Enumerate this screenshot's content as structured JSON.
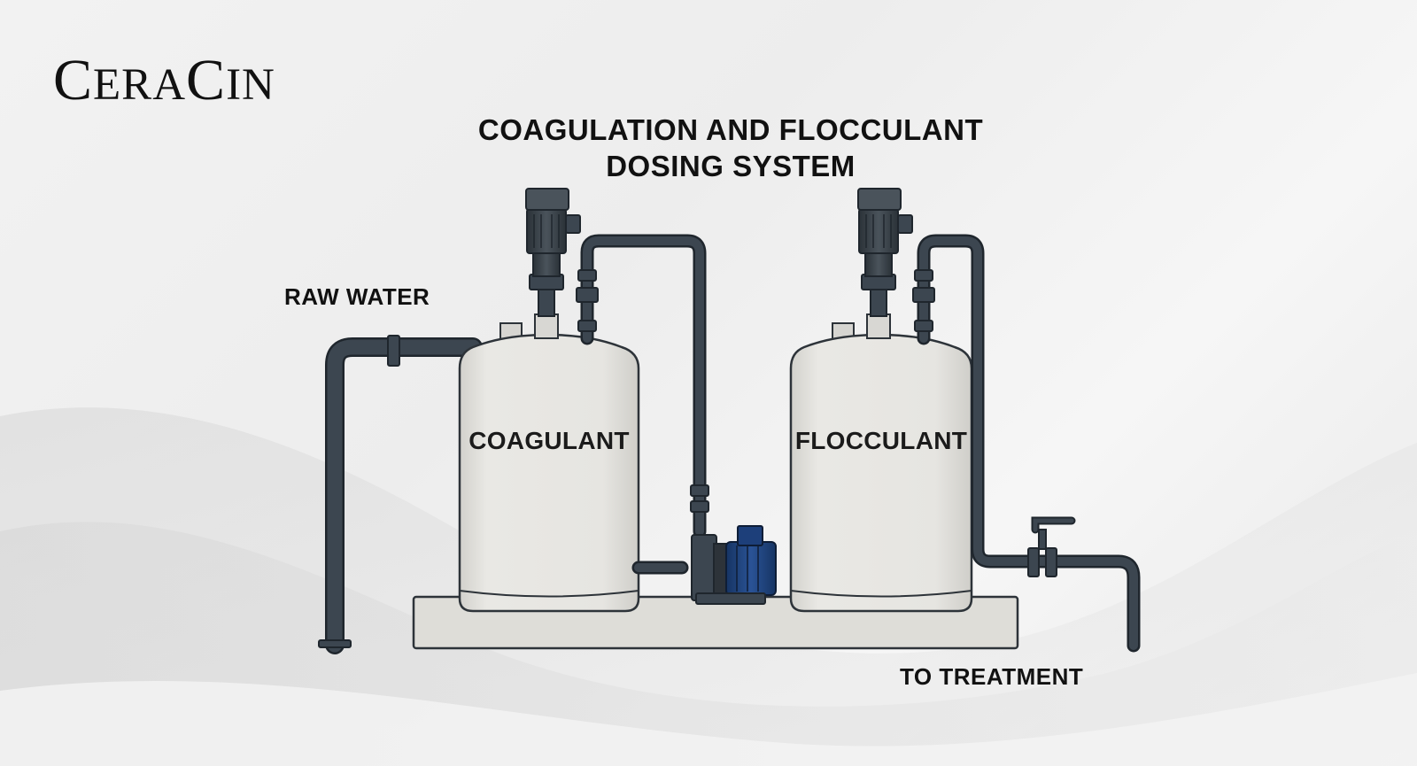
{
  "brand": {
    "name": "CeraCin",
    "c1": "C",
    "e": "ERA",
    "c2": "C",
    "in": "IN"
  },
  "title": {
    "line1": "COAGULATION AND FLOCCULANT",
    "line2": "DOSING SYSTEM"
  },
  "labels": {
    "raw_water": "RAW WATER",
    "to_treatment": "TO TREATMENT"
  },
  "tanks": [
    {
      "label": "COAGULANT"
    },
    {
      "label": "FLOCCULANT"
    }
  ],
  "colors": {
    "pipe": "#3c4650",
    "pipe_stroke": "#1f262d",
    "tank": "#e4e3df",
    "pump_motor": "#1d3f7a",
    "mixer_motor": "#3a4148"
  }
}
